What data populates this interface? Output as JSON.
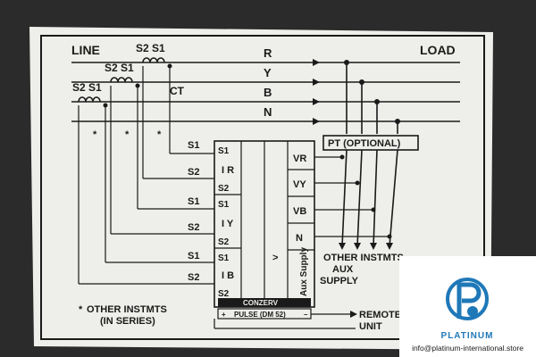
{
  "plate": {
    "line": "LINE",
    "load": "LOAD",
    "phases": [
      "R",
      "Y",
      "B",
      "N"
    ],
    "ct_top": "S2 S1",
    "ct_mid": "S2 S1",
    "ct_low": "S2 S1",
    "ct": "CT",
    "pt": "PT (OPTIONAL)",
    "terminals_left": [
      "S1",
      "S2",
      "S1",
      "S2",
      "S1",
      "S2"
    ],
    "current_inputs": [
      "I R",
      "I Y",
      "I B"
    ],
    "voltage_inputs": [
      "VR",
      "VY",
      "VB",
      "N"
    ],
    "aux_supply": "Aux Supply",
    "other_instmts": "OTHER INSTMTS",
    "aux": "AUX",
    "supply": "SUPPLY",
    "note_line1": "OTHER INSTMTS",
    "note_line2": "(IN SERIES)",
    "brand": "CONZERV",
    "pulse": "PULSE (DM 52)",
    "remote": "REMOTE",
    "unit": "UNIT"
  },
  "watermark": {
    "brand": "PLATINUM",
    "email": "info@platinum-international.store",
    "icon": "p-logo-icon"
  },
  "colors": {
    "plate": "#eeeeea",
    "ink": "#1a1a1a",
    "logo_blue": "#1f78b8"
  }
}
